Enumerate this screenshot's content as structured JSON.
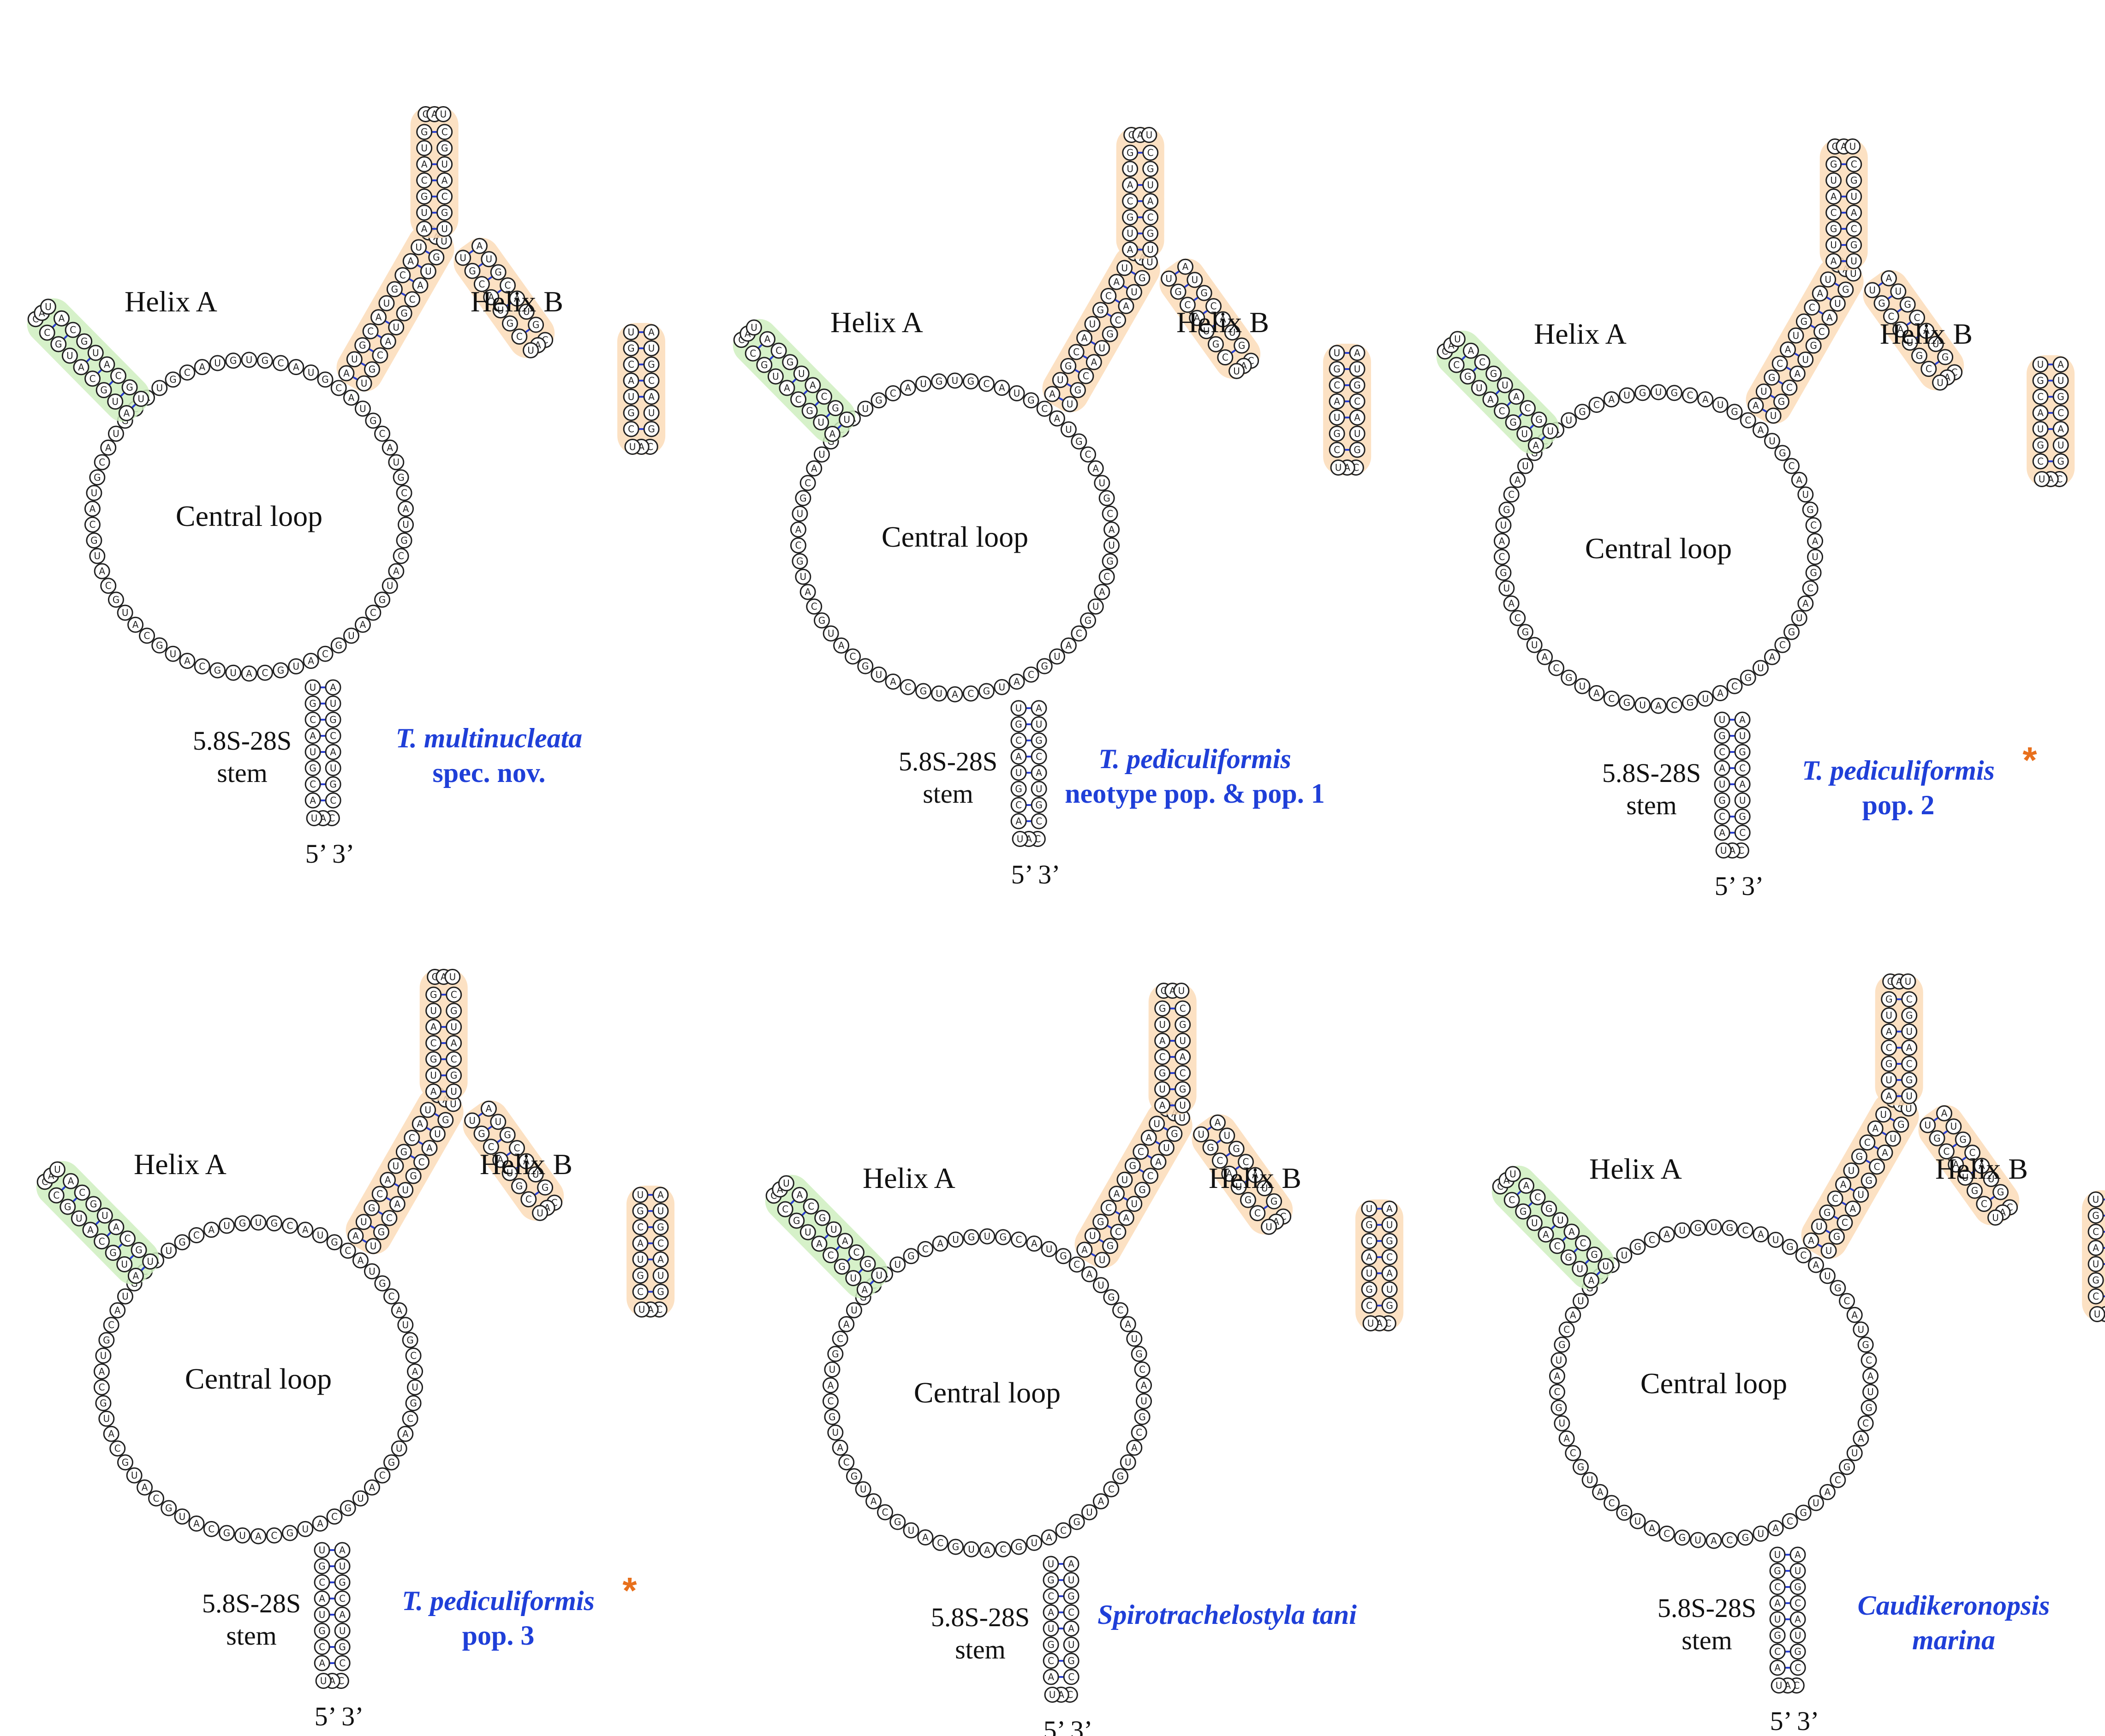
{
  "labels": {
    "helix_a": "Helix A",
    "helix_b": "Helix B",
    "central_loop": "Central loop",
    "stem_line1": "5.8S-28S",
    "stem_line2": "stem",
    "ends": "5’ 3’"
  },
  "colors": {
    "helix_a_highlight": "#cfeec0",
    "helix_b_highlight": "#fbdcb8",
    "base_pair": "#2a3fd0",
    "species_label": "#1f3fd8",
    "asterisk": "#e8701c"
  },
  "panels": [
    {
      "id": "p1",
      "species_line1": "T. multinucleata",
      "species_line2": "spec. nov.",
      "line2_italic": false,
      "asterisk": ""
    },
    {
      "id": "p2",
      "species_line1": "T. pediculiformis",
      "species_line2": "neotype pop. & pop. 1",
      "line2_italic": false,
      "asterisk": ""
    },
    {
      "id": "p3",
      "species_line1": "T. pediculiformis",
      "species_line2": "pop. 2",
      "line2_italic": false,
      "asterisk": "*"
    },
    {
      "id": "p4",
      "species_line1": "T. pediculiformis",
      "species_line2": "pop. 3",
      "line2_italic": false,
      "asterisk": "*"
    },
    {
      "id": "p5",
      "species_line1": "Spirotrachelostyla tani",
      "species_line2": "",
      "line2_italic": false,
      "asterisk": ""
    },
    {
      "id": "p6",
      "species_line1": "Caudikeronopsis",
      "species_line2": "marina",
      "line2_italic": true,
      "asterisk": ""
    }
  ]
}
